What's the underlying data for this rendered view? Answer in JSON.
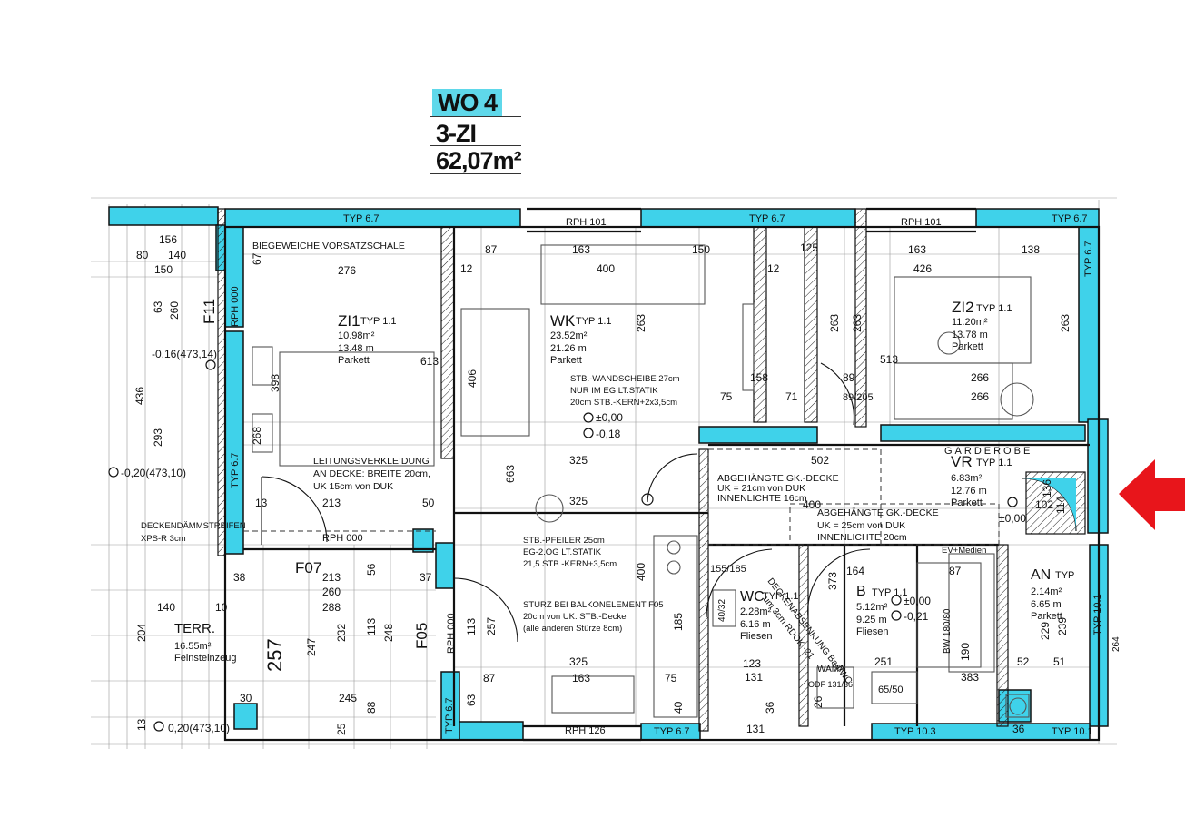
{
  "header": {
    "unit": "WO 4",
    "rooms": "3-ZI",
    "area": "62,07m²"
  },
  "rooms": [
    {
      "id": "zi1",
      "code": "ZI1",
      "type": "TYP 1.1",
      "area": "10.98m²",
      "perimeter": "13.48 m",
      "floor": "Parkett"
    },
    {
      "id": "wk",
      "code": "WK",
      "type": "TYP 1.1",
      "area": "23.52m²",
      "perimeter": "21.26 m",
      "floor": "Parkett"
    },
    {
      "id": "zi2",
      "code": "ZI2",
      "type": "TYP 1.1",
      "area": "11.20m²",
      "perimeter": "13.78 m",
      "floor": "Parkett"
    },
    {
      "id": "vr",
      "code": "VR",
      "type": "TYP 1.1",
      "area": "6.83m²",
      "perimeter": "12.76 m",
      "floor": "Parkett"
    },
    {
      "id": "wc",
      "code": "WC",
      "type": "TYP 1.1",
      "area": "2.28m²",
      "perimeter": "6.16 m",
      "floor": "Fliesen"
    },
    {
      "id": "b",
      "code": "B",
      "type": "TYP 1.1",
      "area": "5.12m²",
      "perimeter": "9.25 m",
      "floor": "Fliesen"
    },
    {
      "id": "an",
      "code": "AN",
      "type": "TYP",
      "area": "2.14m²",
      "perimeter": "6.65 m",
      "floor": "Parkett"
    },
    {
      "id": "terr",
      "code": "TERR.",
      "type": "",
      "area": "16.55m²",
      "perimeter": "",
      "floor": "Feinsteinzeug"
    }
  ],
  "wall_types": {
    "typ67": "TYP 6.7",
    "typ103": "TYP 10.3",
    "typ101": "TYP 10.1",
    "rph101": "RPH 101",
    "rph126": "RPH 126",
    "rph000": "RPH 000"
  },
  "notes": {
    "vorsatz": "BIEGEWEICHE VORSATZSCHALE",
    "leitung1": "LEITUNGSVERKLEIDUNG",
    "leitung2": "AN DECKE: BREITE 20cm,",
    "leitung3": "UK 15cm von DUK",
    "wandscheibe1": "STB.-WANDSCHEIBE 27cm",
    "wandscheibe2": "NUR IM EG LT.STATIK",
    "wandscheibe3": "20cm STB.-KERN+2x3,5cm",
    "level0": "±0,00",
    "level018": "-0,18",
    "level021": "-0,21",
    "pfeiler1": "STB.-PFEILER 25cm",
    "pfeiler2": "EG-2.OG LT.STATIK",
    "pfeiler3": "21,5 STB.-KERN+3,5cm",
    "sturz1": "STURZ BEI BALKONELEMENT F05",
    "sturz2": "20cm von UK. STB.-Decke",
    "sturz3": "(alle anderen Stürze 8cm)",
    "decke1a": "ABGEHÄNGTE GK.-DECKE",
    "decke1b": "UK = 21cm von DUK",
    "decke1c": "INNENLICHTE 16cm",
    "decke2a": "ABGEHÄNGTE GK.-DECKE",
    "decke2b": "UK = 25cm von DUK",
    "decke2c": "INNENLICHTE 20cm",
    "garderobe": "GARDEROBE",
    "deckenabsenkung": "DECKENABSENKUNG Bad/WC",
    "um3": "um 3cm RDOK -21",
    "daemm1": "DECKENDÄMMSTREIFEN",
    "daemm2": "XPS-R 3cm",
    "ev": "EV+Medien",
    "wama": "WAMA",
    "bw": "BW 180/80",
    "wb": "65/50",
    "wc_basin": "40/32",
    "lvl_a": "-0,16(473,14)",
    "lvl_b": "-0,20(473,10)",
    "lvl_c": "0,20(473,10)",
    "f07": "F07",
    "f05": "F05",
    "f11": "F11",
    "door155": "155/185",
    "door89": "89/205",
    "odf": "ODF 131/36"
  },
  "dims": {
    "d156": "156",
    "d80": "80",
    "d140a": "140",
    "d150": "150",
    "d276": "276",
    "d87a": "87",
    "d163a": "163",
    "d400a": "400",
    "d150b": "150",
    "d125": "125",
    "d163b": "163",
    "d138": "138",
    "d426": "426",
    "d613": "613",
    "d406": "406",
    "d263a": "263",
    "d263b": "263",
    "d263c": "263",
    "d263d": "263",
    "d398": "398",
    "d268": "268",
    "d436": "436",
    "d293": "293",
    "d260a": "260",
    "d63a": "63",
    "d67": "67",
    "d12a": "12",
    "d12b": "12",
    "d158": "158",
    "d75a": "75",
    "d71": "71",
    "d89": "89",
    "d513": "513",
    "d266a": "266",
    "d266b": "266",
    "d325a": "325",
    "d663": "663",
    "d325b": "325",
    "d502": "502",
    "d136": "136",
    "d114": "114",
    "d102": "102",
    "d400b": "400",
    "d213a": "213",
    "d50": "50",
    "d13a": "13",
    "d213b": "213",
    "d260b": "260",
    "d288": "288",
    "d56": "56",
    "d37": "37",
    "d38": "38",
    "d140b": "140",
    "d10": "10",
    "d204": "204",
    "d247": "247",
    "d232": "232",
    "d113a": "113",
    "d248": "248",
    "d257a": "257",
    "d257b": "257",
    "d113b": "113",
    "d245": "245",
    "d88": "88",
    "d25a": "25",
    "d30": "30",
    "d325c": "325",
    "d87b": "87",
    "d163c": "163",
    "d75b": "75",
    "d400c": "400",
    "d185": "185",
    "d40": "40",
    "d123": "123",
    "d131a": "131",
    "d373": "373",
    "d164": "164",
    "d87c": "87",
    "d383": "383",
    "d190": "190",
    "d251": "251",
    "d52": "52",
    "d229": "229",
    "d239": "239",
    "d51": "51",
    "d264": "264",
    "d36a": "36",
    "d36b": "36",
    "d131b": "131",
    "d26": "26",
    "d63b": "63",
    "d13b": "13"
  }
}
